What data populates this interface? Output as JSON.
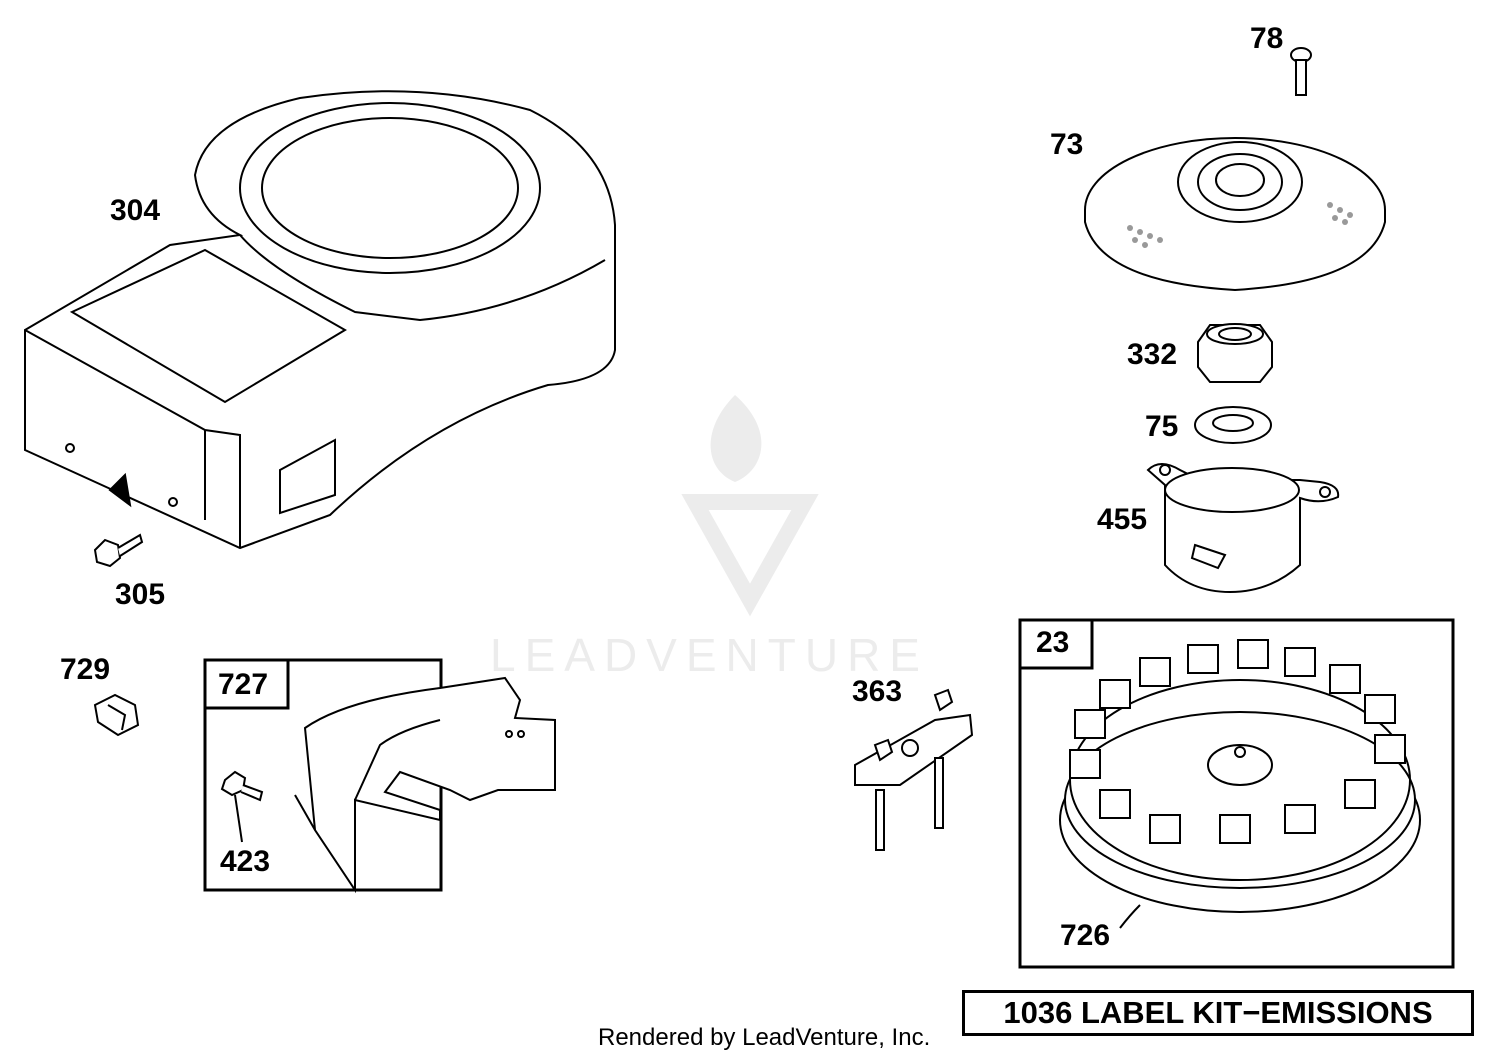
{
  "watermark": {
    "brand": "LEADVENTURE"
  },
  "callouts": {
    "p304": "304",
    "p305": "305",
    "p729": "729",
    "p727": "727",
    "p423": "423",
    "p78": "78",
    "p73": "73",
    "p332": "332",
    "p75": "75",
    "p455": "455",
    "p363": "363",
    "p23": "23",
    "p726": "726"
  },
  "kit_label": "1036 LABEL KIT−EMISSIONS",
  "footer": "Rendered by LeadVenture, Inc."
}
